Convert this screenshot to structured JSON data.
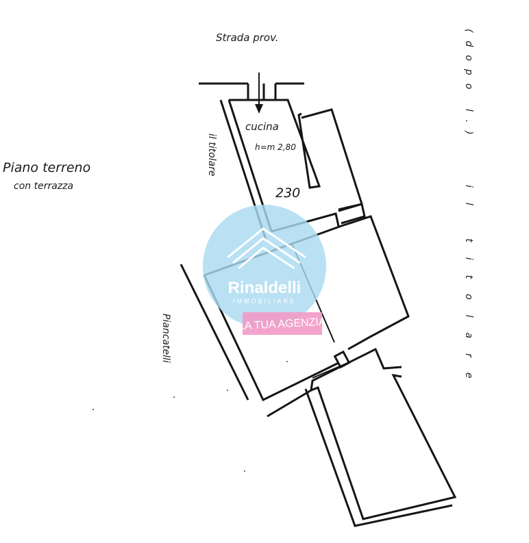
{
  "drawing": {
    "road_label": "Strada prov.",
    "floor_title": "Piano terreno",
    "floor_subtitle": "con terrazza",
    "room_name": "cucina",
    "room_height": "h=m 2,80",
    "room_number": "230",
    "neighbor_left_top": "il titolare",
    "neighbor_left_bottom": "Piancatelli",
    "neighbor_right": "il titolare",
    "neighbor_right_note": "(dopo l.)"
  },
  "watermark": {
    "brand": "Rinaldelli",
    "subtitle": "IMMOBILIARE",
    "tagline": "LA TUA AGENZIA",
    "circle_color": "#a9dbf0",
    "tag_color": "#f29ac6"
  }
}
